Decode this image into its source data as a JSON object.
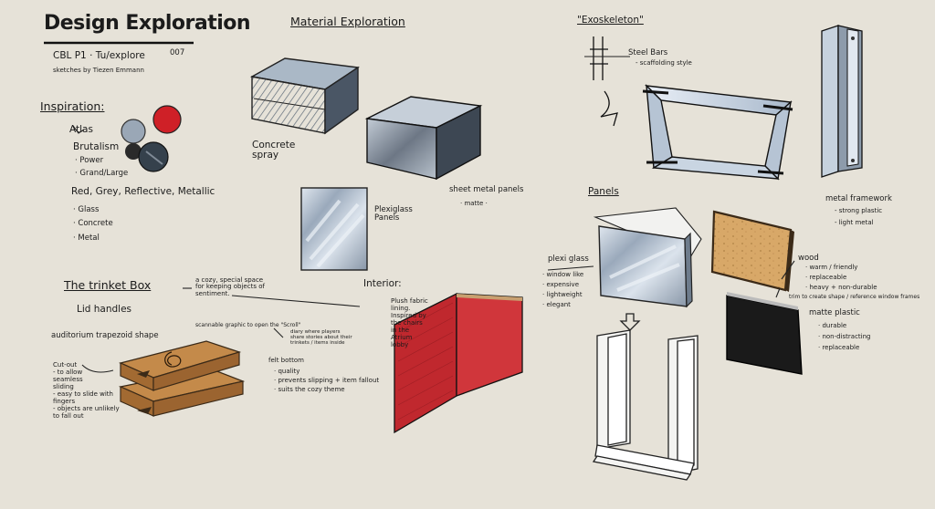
{
  "title": "Design Exploration",
  "meta": {
    "course": "CBL P1 · Tu/explore",
    "sketch_no": "007",
    "author": "sketches by Tiezen Emmann"
  },
  "inspiration": {
    "heading": "Inspiration:",
    "atlas": "Atlas",
    "brutalism": "Brutalism",
    "power": "· Power",
    "grand": "· Grand/Large",
    "colors": "Red, Grey, Reflective, Metallic",
    "glass": "· Glass",
    "concrete": "· Concrete",
    "metal": "· Metal",
    "swatch_colors": [
      "#9aa7b6",
      "#cf2027",
      "#35414c",
      "#1f1f1f"
    ]
  },
  "material": {
    "heading": "Material Exploration",
    "concrete": "Concrete\nspray",
    "sheet_metal": "sheet metal panels",
    "sheet_metal_note": "· matte ·",
    "plexi": "Plexiglass\nPanels"
  },
  "exoskeleton": {
    "heading": "\"Exoskeleton\"",
    "steel": "Steel Bars",
    "scaffold": "- scaffolding style",
    "frame": "metal framework",
    "strong": "- strong plastic",
    "light": "- light metal"
  },
  "panels": {
    "heading": "Panels",
    "plexi": "plexi glass",
    "plexi_notes": [
      "· window like",
      "· expensive",
      "· lightweight",
      "· elegant"
    ],
    "wood": "wood",
    "wood_notes": [
      "· warm / friendly",
      "· replaceable",
      "· heavy + non-durable"
    ],
    "trim": "trim to create shape / reference window frames",
    "plastic": "matte plastic",
    "plastic_notes": [
      "· durable",
      "· non-distracting",
      "· replaceable"
    ]
  },
  "trinket": {
    "heading": "The trinket Box",
    "purpose": "a cozy, special space\nfor keeping objects of\nsentiment.",
    "lid": "Lid handles",
    "trapezoid": "auditorium trapezoid shape",
    "scroll": "scannable graphic to open the \"Scroll\"",
    "story": "diary where players\nshare stories about their\ntrinkets / items inside",
    "cutout": "Cut-out\n- to allow\nseamless\nsliding\n- easy to slide with\nfingers\n- objects are unlikely\nto fall out",
    "felt": "felt bottom",
    "felt_notes": [
      "· quality",
      "· prevents slipping + item fallout",
      "· suits the cozy theme"
    ]
  },
  "interior": {
    "heading": "Interior:",
    "text": "Plush fabric\nlining.\nInspired by\nthe chairs\nin the\nAtrium\nlobby"
  }
}
